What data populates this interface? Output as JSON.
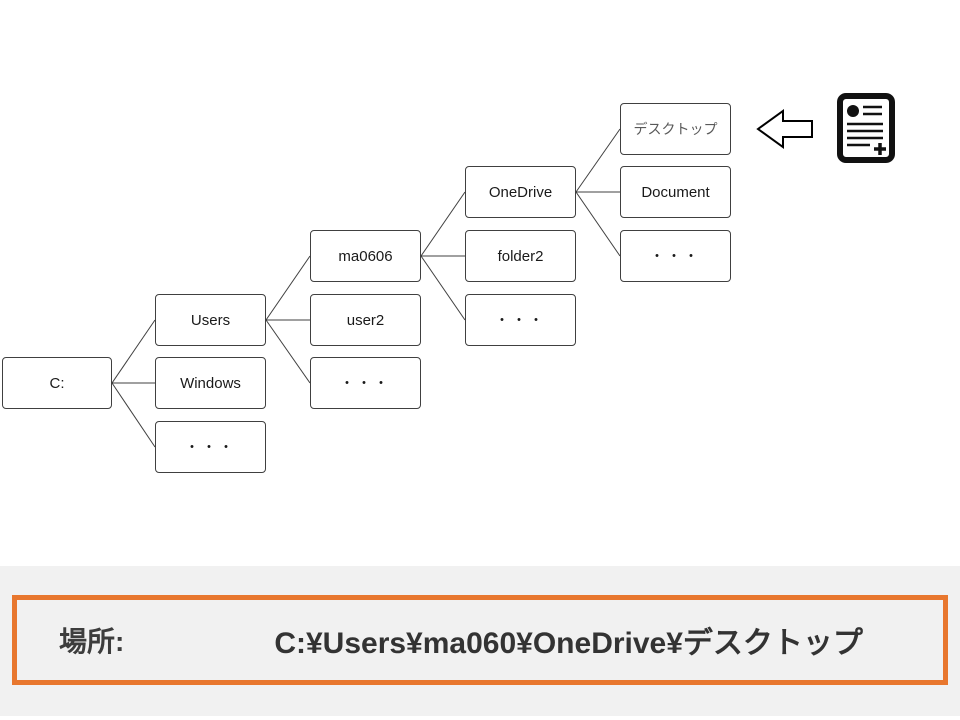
{
  "tree": {
    "nodes": {
      "c": {
        "label": "C:"
      },
      "users": {
        "label": "Users"
      },
      "windows": {
        "label": "Windows"
      },
      "c_more": {
        "label": "・・・"
      },
      "ma0606": {
        "label": "ma0606"
      },
      "user2": {
        "label": "user2"
      },
      "users_more": {
        "label": "・・・"
      },
      "onedrive": {
        "label": "OneDrive"
      },
      "folder2": {
        "label": "folder2"
      },
      "ma0606_more": {
        "label": "・・・"
      },
      "desktop": {
        "label": "デスクトップ"
      },
      "document": {
        "label": "Document"
      },
      "onedrive_more": {
        "label": "・・・"
      }
    }
  },
  "location_bar": {
    "label": "場所:",
    "path": "C:¥Users¥ma060¥OneDrive¥デスクトップ"
  },
  "icons": {
    "arrow": "left-block-arrow",
    "document": "new-document-icon"
  },
  "colors": {
    "highlight_orange": "#e8772e",
    "strip_background": "#f1f1f1",
    "box_border": "#404040"
  }
}
